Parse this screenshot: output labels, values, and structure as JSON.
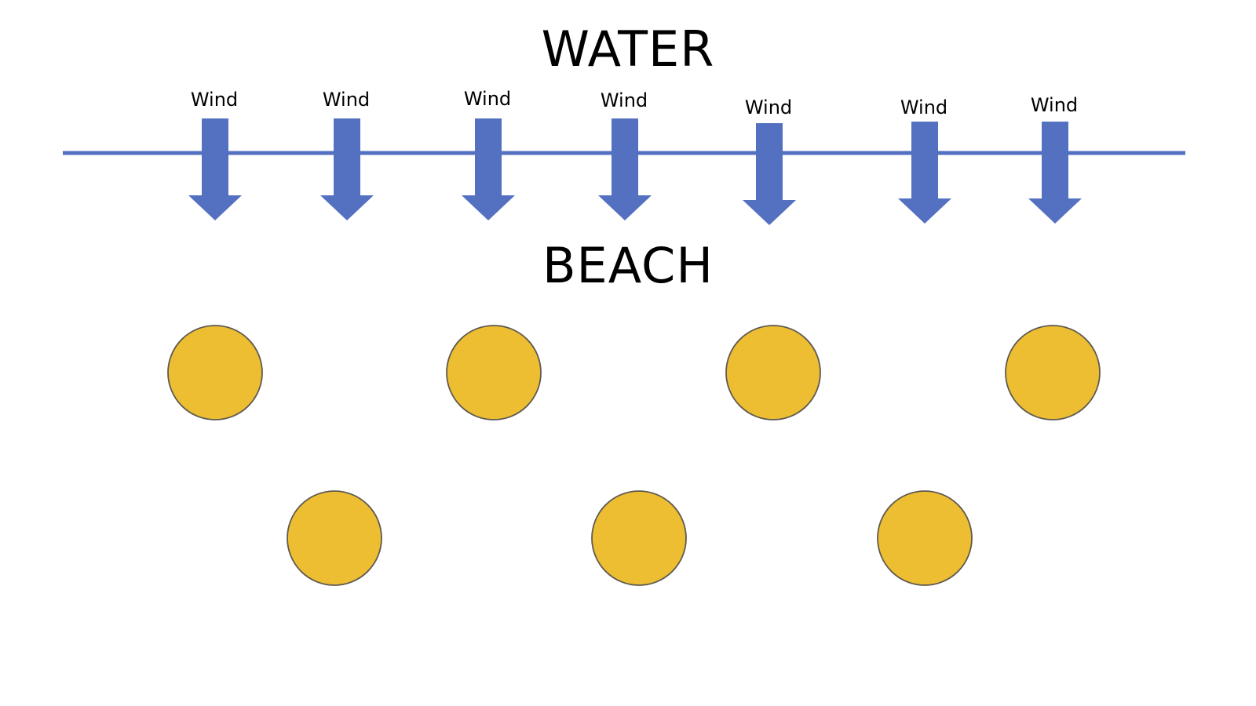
{
  "labels": {
    "top": "WATER",
    "middle": "BEACH"
  },
  "colors": {
    "arrow": "#5470C0",
    "shoreline": "#5470C0",
    "circle_fill": "#EDBE32",
    "circle_stroke": "#5F5A50",
    "text": "#000000"
  },
  "wind_arrows": [
    {
      "label": "Wind",
      "direction": "down"
    },
    {
      "label": "Wind",
      "direction": "down"
    },
    {
      "label": "Wind",
      "direction": "down"
    },
    {
      "label": "Wind",
      "direction": "down"
    },
    {
      "label": "Wind",
      "direction": "down"
    },
    {
      "label": "Wind",
      "direction": "down"
    },
    {
      "label": "Wind",
      "direction": "down"
    }
  ],
  "circles": {
    "row_1_count": 4,
    "row_2_count": 3
  }
}
